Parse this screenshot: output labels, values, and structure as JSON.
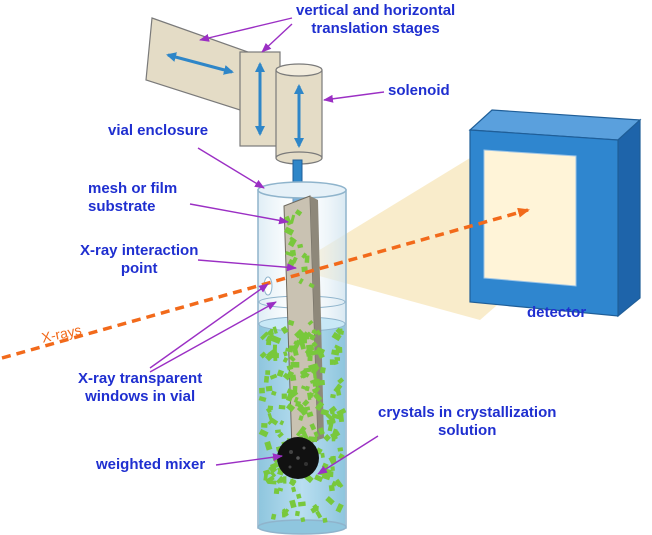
{
  "labels": {
    "stages": [
      "vertical and horizontal",
      "translation stages"
    ],
    "solenoid": "solenoid",
    "vial_enclosure": "vial enclosure",
    "mesh": [
      "mesh or film",
      "substrate"
    ],
    "interaction": [
      "X-ray interaction",
      "point"
    ],
    "windows": [
      "X-ray transparent",
      "windows in vial"
    ],
    "mixer": "weighted mixer",
    "crystals": [
      "crystals in crystallization",
      "solution"
    ],
    "detector": "detector",
    "xrays": "X-rays"
  },
  "colors": {
    "label_text": "#1f2fd0",
    "leader": "#9b2fc4",
    "beam": "#f26a1b",
    "stage_fill": "#e4dcc6",
    "stage_arrow": "#2e86c8",
    "solution": "#a9d7ea",
    "crystal": "#78c83c",
    "detector_body": "#2f86cf",
    "detector_face": "#fff4d8",
    "cone": "#f7e6ba"
  }
}
